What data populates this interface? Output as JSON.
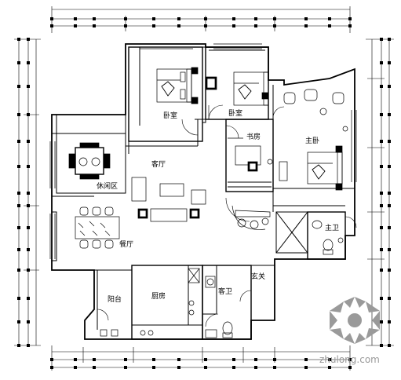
{
  "rooms": {
    "bedroom_a": "卧室",
    "bedroom_b": "卧室",
    "living_room": "客厅",
    "study": "书房",
    "master_bedroom": "主卧",
    "leisure_area": "休闲区",
    "master_bath": "主卫",
    "dining_room": "餐厅",
    "entrance": "玄关",
    "balcony": "阳台",
    "kitchen": "厨房",
    "guest_bath": "客卫"
  },
  "watermark": {
    "site": "zhulong.com"
  },
  "colors": {
    "ink": "#000000",
    "logo_gray": "#9a9a9a",
    "background": "#ffffff"
  }
}
